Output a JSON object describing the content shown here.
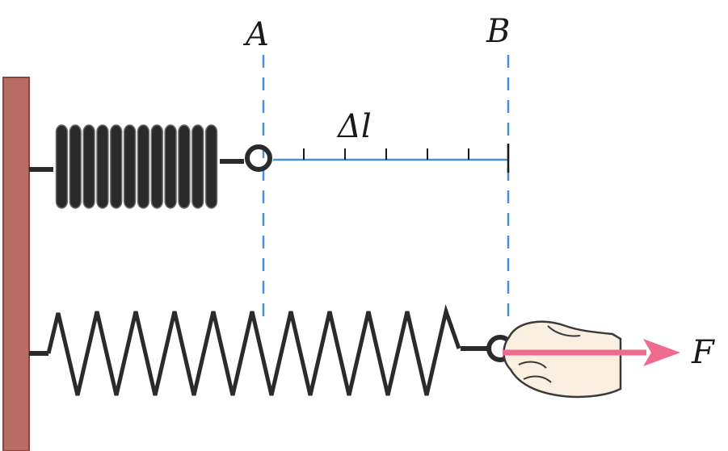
{
  "labels": {
    "point_a": "A",
    "point_b": "B",
    "extension": "Δl",
    "force": "F"
  },
  "colors": {
    "wall": "#b86d64",
    "wall_edge": "#8a4540",
    "spring": "#2a2a2a",
    "guide": "#4a90d9",
    "arrow": "#ee6a8e",
    "hand": "#fbefe2",
    "hand_outline": "#3a3a3a"
  },
  "ruler": {
    "ticks": 6
  }
}
